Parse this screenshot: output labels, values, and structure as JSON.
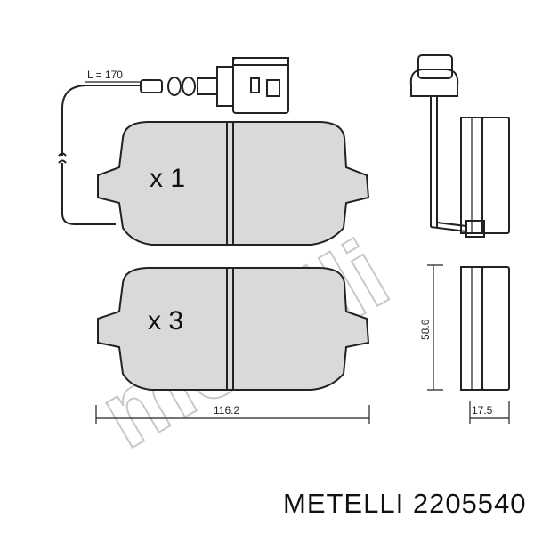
{
  "diagram": {
    "wire_length_label": "L = 170",
    "pad_top_quantity": "x 1",
    "pad_bottom_quantity": "x 3",
    "width_label": "116.2",
    "height_label": "58.6",
    "thickness_label": "17.5",
    "watermark": "metelli"
  },
  "product": {
    "brand": "METELLI",
    "part_number": "2205540"
  }
}
